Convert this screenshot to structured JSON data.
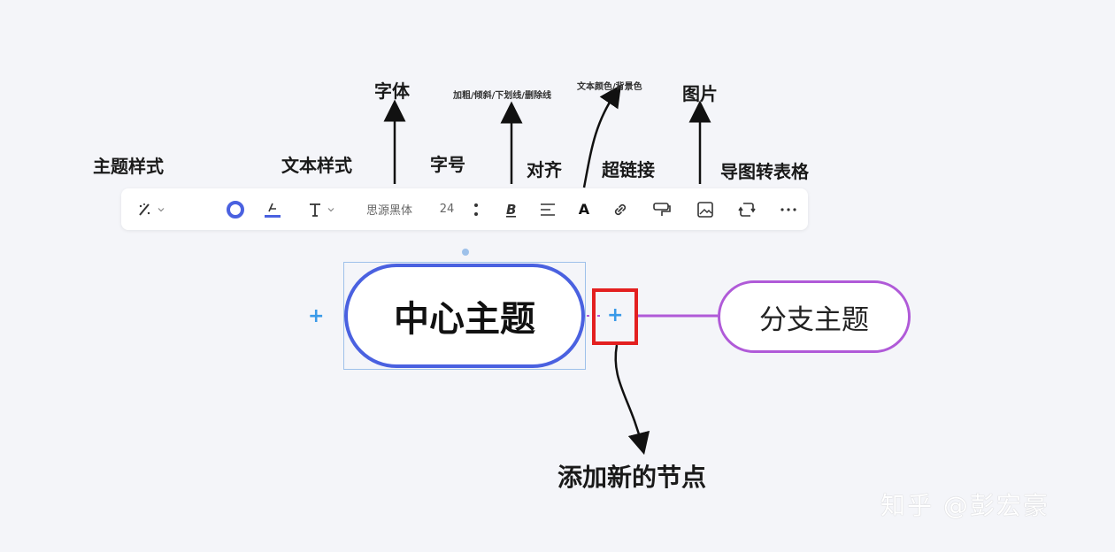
{
  "annotations": {
    "theme_style": "主题样式",
    "text_style": "文本样式",
    "font": "字体",
    "font_size": "字号",
    "format": "加粗/倾斜/下划线/删除线",
    "align": "对齐",
    "text_color": "文本颜色/背景色",
    "hyperlink": "超链接",
    "image": "图片",
    "to_table": "导图转表格",
    "add_node": "添加新的节点"
  },
  "toolbar": {
    "font_name": "思源黑体",
    "font_size": "24",
    "color_letter": "A"
  },
  "nodes": {
    "center": "中心主题",
    "branch": "分支主题"
  },
  "watermark": "知乎 @彭宏豪",
  "colors": {
    "center_border": "#4a61e0",
    "branch_border": "#b05ad8",
    "highlight": "#e32020",
    "plus": "#3a9ae8"
  },
  "icons": [
    "theme-style-icon",
    "chevron-down-icon",
    "circle-shape-icon",
    "text-underline-color-icon",
    "text-style-icon",
    "font-size-stepper-icon",
    "bold-italic-icon",
    "align-icon",
    "text-color-icon",
    "link-icon",
    "format-painter-icon",
    "image-icon",
    "convert-table-icon",
    "more-icon",
    "plus-icon"
  ]
}
